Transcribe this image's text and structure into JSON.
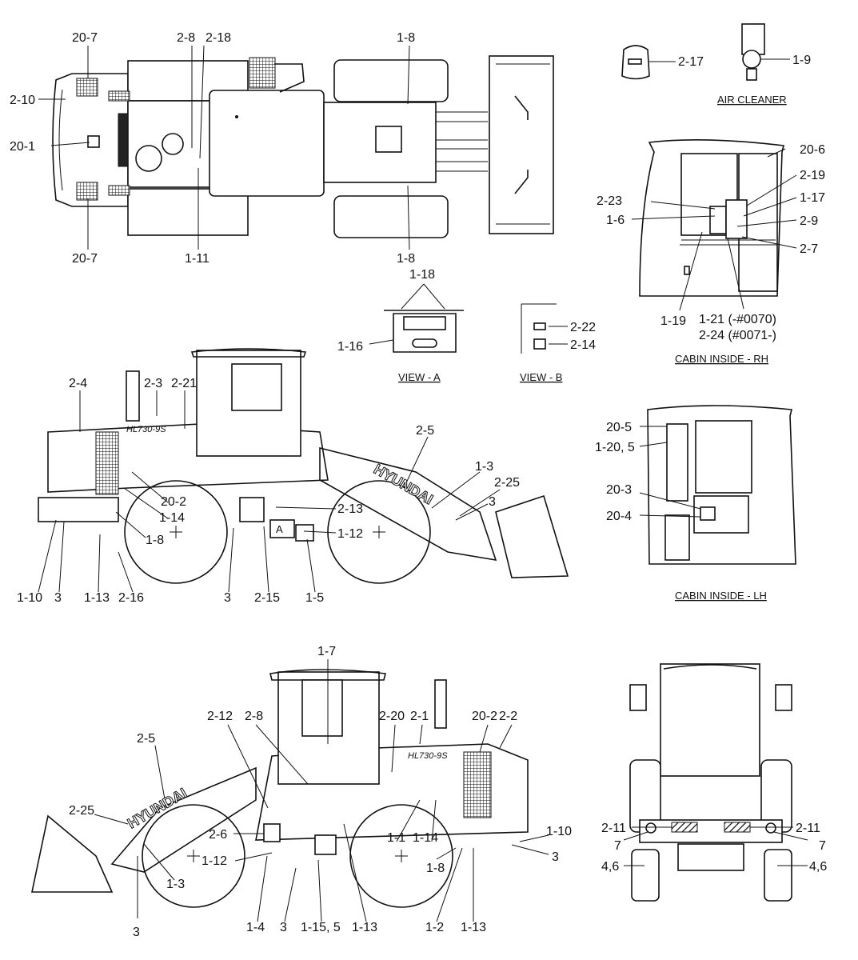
{
  "captions": {
    "air_cleaner": "AIR CLEANER",
    "view_a": "VIEW - A",
    "view_b": "VIEW - B",
    "cabin_rh": "CABIN INSIDE - RH",
    "cabin_lh": "CABIN INSIDE - LH",
    "hyundai": "HYUNDAI",
    "model": "HL730-9S",
    "view_a_marker": "A"
  },
  "top_view": {
    "l_20_7_top": "20-7",
    "l_2_8": "2-8",
    "l_2_18": "2-18",
    "l_1_8_top": "1-8",
    "l_2_10": "2-10",
    "l_20_1": "20-1",
    "l_20_7_bot": "20-7",
    "l_1_11": "1-11",
    "l_1_8_bot": "1-8"
  },
  "air_cleaner": {
    "l_2_17": "2-17",
    "l_1_9": "1-9"
  },
  "cabin_rh": {
    "l_20_6": "20-6",
    "l_2_19": "2-19",
    "l_2_23": "2-23",
    "l_1_17": "1-17",
    "l_1_6": "1-6",
    "l_2_9": "2-9",
    "l_2_7": "2-7",
    "l_1_19": "1-19",
    "l_1_21": "1-21 (-#0070)",
    "l_2_24": "2-24 (#0071-)"
  },
  "view_a": {
    "l_1_18": "1-18",
    "l_1_16": "1-16"
  },
  "view_b": {
    "l_2_22": "2-22",
    "l_2_14": "2-14"
  },
  "side_right": {
    "l_2_4": "2-4",
    "l_2_3": "2-3",
    "l_2_21": "2-21",
    "l_2_5": "2-5",
    "l_1_3": "1-3",
    "l_2_25": "2-25",
    "l_20_2": "20-2",
    "l_1_14": "1-14",
    "l_2_13": "2-13",
    "l_3_a": "3",
    "l_1_8": "1-8",
    "l_1_12": "1-12",
    "l_1_10": "1-10",
    "l_3_b": "3",
    "l_1_13": "1-13",
    "l_2_16": "2-16",
    "l_3_c": "3",
    "l_2_15": "2-15",
    "l_1_5": "1-5"
  },
  "cabin_lh": {
    "l_20_5": "20-5",
    "l_1_20": "1-20, 5",
    "l_20_3": "20-3",
    "l_20_4": "20-4"
  },
  "side_left": {
    "l_1_7": "1-7",
    "l_2_12": "2-12",
    "l_2_8": "2-8",
    "l_2_20": "2-20",
    "l_2_1": "2-1",
    "l_20_2": "20-2",
    "l_2_2": "2-2",
    "l_2_5": "2-5",
    "l_2_25": "2-25",
    "l_1_10": "1-10",
    "l_2_6": "2-6",
    "l_1_1": "1-1",
    "l_1_14": "1-14",
    "l_1_12": "1-12",
    "l_1_8": "1-8",
    "l_3_a": "3",
    "l_1_3": "1-3",
    "l_3_b": "3",
    "l_1_4": "1-4",
    "l_3_c": "3",
    "l_1_15": "1-15, 5",
    "l_1_13_a": "1-13",
    "l_1_2": "1-2",
    "l_1_13_b": "1-13"
  },
  "rear_view": {
    "l_2_11_l": "2-11",
    "l_2_11_r": "2-11",
    "l_7_l": "7",
    "l_7_r": "7",
    "l_46_l": "4,6",
    "l_46_r": "4,6"
  }
}
